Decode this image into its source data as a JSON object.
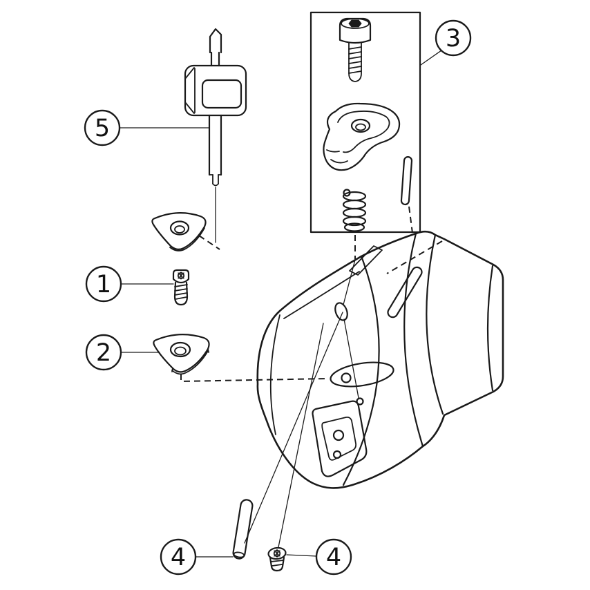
{
  "background_color": "#ffffff",
  "line_color": "#1a1a1a",
  "callouts": {
    "item1": "1",
    "item2": "2",
    "item3": "3",
    "item4_left": "4",
    "item4_right": "4",
    "item5": "5"
  }
}
